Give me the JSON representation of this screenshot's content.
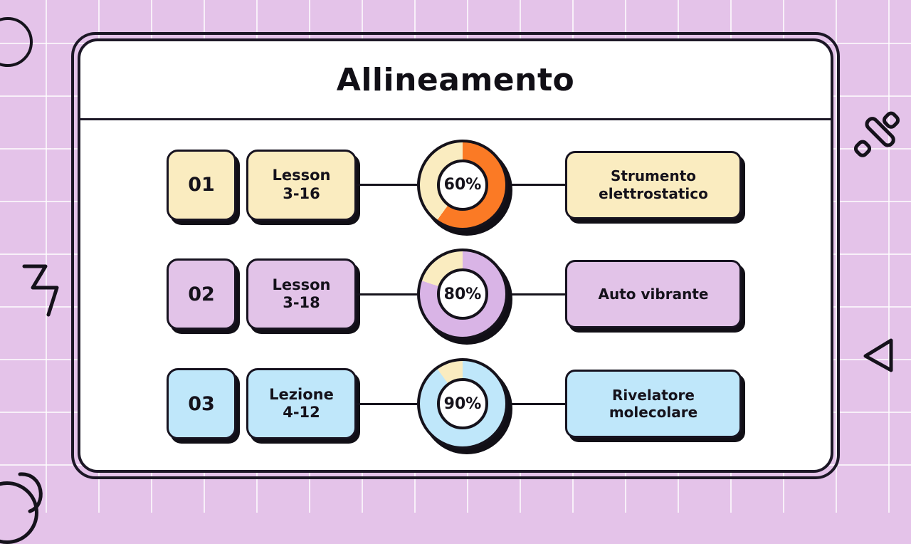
{
  "page": {
    "title": "Allineamento",
    "background_color": "#E4C3E9",
    "card_color": "#FFFFFF",
    "outline_color": "#15121B"
  },
  "decorations": [
    {
      "name": "circle-outline-decoration"
    },
    {
      "name": "zigzag-decoration"
    },
    {
      "name": "crescent-decoration"
    },
    {
      "name": "percent-symbol-decoration"
    },
    {
      "name": "triangle-outline-decoration"
    },
    {
      "name": "blob-circle-decoration"
    }
  ],
  "chart_data": {
    "type": "pie",
    "title": "Allineamento",
    "legend_position": "none",
    "charts": [
      {
        "label": "60%",
        "value": 60,
        "remainder": 40,
        "fill_color": "#FB7A25",
        "track_color": "#FAECC0"
      },
      {
        "label": "80%",
        "value": 80,
        "remainder": 20,
        "fill_color": "#D9B4E6",
        "track_color": "#FAECC0"
      },
      {
        "label": "90%",
        "value": 90,
        "remainder": 10,
        "fill_color": "#BFE7FA",
        "track_color": "#FAECC0"
      }
    ]
  },
  "rows": [
    {
      "number": "01",
      "lesson": "Lesson\n3-16",
      "lesson_line1": "Lesson",
      "lesson_line2": "3-16",
      "percent": "60%",
      "percent_value": 60,
      "description_line1": "Strumento",
      "description_line2": "elettrostatico",
      "box_color": "#FAECC0",
      "donut_color": "#FB7A25"
    },
    {
      "number": "02",
      "lesson": "Lesson\n3-18",
      "lesson_line1": "Lesson",
      "lesson_line2": "3-18",
      "percent": "80%",
      "percent_value": 80,
      "description_line1": "Auto vibrante",
      "description_line2": "",
      "box_color": "#E2C3E8",
      "donut_color": "#D9B4E6"
    },
    {
      "number": "03",
      "lesson": "Lezione\n4-12",
      "lesson_line1": "Lezione",
      "lesson_line2": "4-12",
      "percent": "90%",
      "percent_value": 90,
      "description_line1": "Rivelatore",
      "description_line2": "molecolare",
      "box_color": "#BFE7FA",
      "donut_color": "#BFE7FA"
    }
  ]
}
